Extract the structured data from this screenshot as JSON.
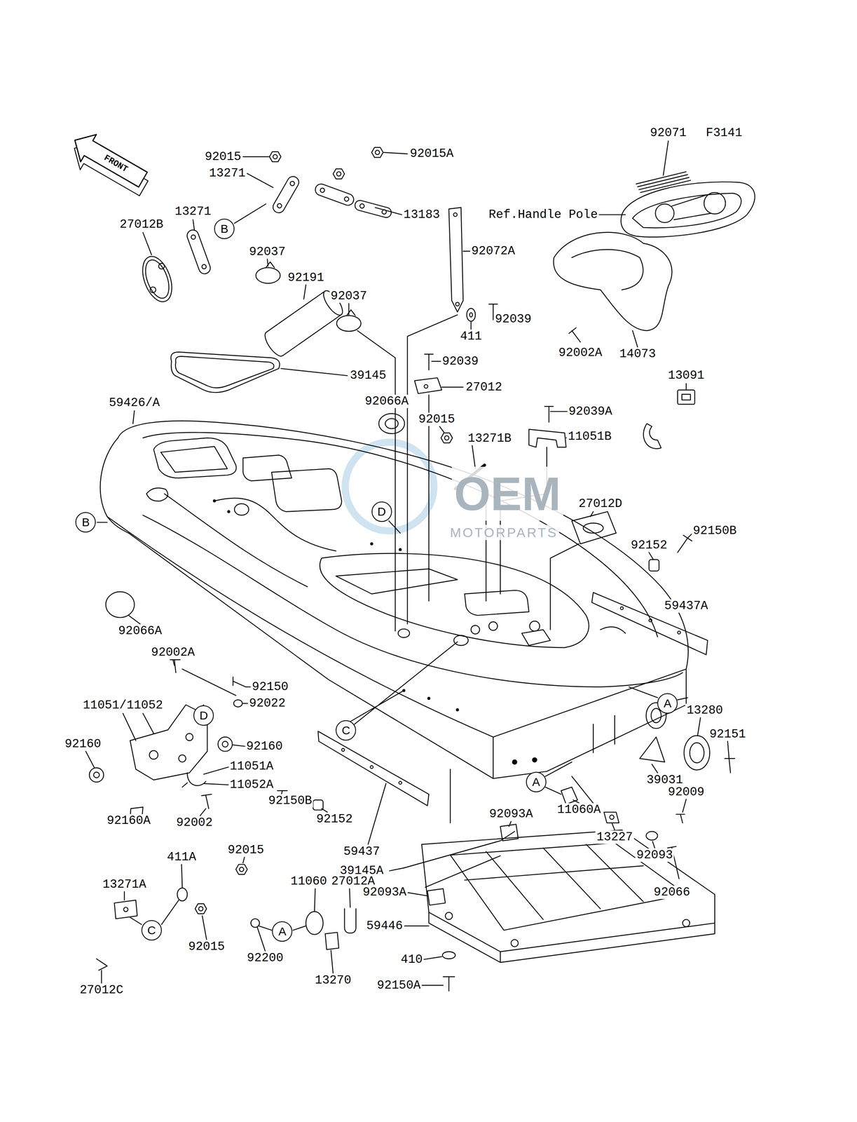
{
  "diagram": {
    "nodes": [
      {
        "text": [
          "B"
        ]
      },
      {
        "text": [
          "D"
        ]
      },
      {
        "text": [
          "B"
        ]
      },
      {
        "text": [
          "A"
        ]
      },
      {
        "text": [
          "D"
        ]
      },
      {
        "text": [
          "C"
        ]
      },
      {
        "text": [
          "A"
        ]
      },
      {
        "text": [
          "C"
        ]
      },
      {
        "text": [
          "A"
        ]
      }
    ],
    "labels": [
      "92071",
      "F3141",
      "FRONT",
      "92015",
      "92015A",
      "13271",
      "13183",
      "13271",
      "Ref.Handle Pole",
      "27012B",
      "92072A",
      "92037",
      "92191",
      "92037",
      "92039",
      "411",
      "92002A",
      "14073",
      "92039",
      "13091",
      "39145",
      "27012",
      "92066A",
      "59426/A",
      "92039A",
      "92015",
      "11051B",
      "13271B",
      "OEM",
      "27012D",
      "92150B",
      "MOTORPARTS",
      "92152",
      "59437A",
      "92066A",
      "92002A",
      "92150",
      "92022",
      "11051/11052",
      "13280",
      "92151",
      "92160",
      "92160",
      "11051A",
      "39031",
      "11052A",
      "92009",
      "92150B",
      "11060A",
      "92093A",
      "92152",
      "92160A",
      "92002",
      "13227",
      "92015",
      "59437",
      "92093",
      "411A",
      "39145A",
      "11060",
      "27012A",
      "13271A",
      "92093A",
      "92066",
      "59446",
      "92015",
      "92200",
      "410",
      "92150A",
      "13270",
      "27012C"
    ]
  }
}
